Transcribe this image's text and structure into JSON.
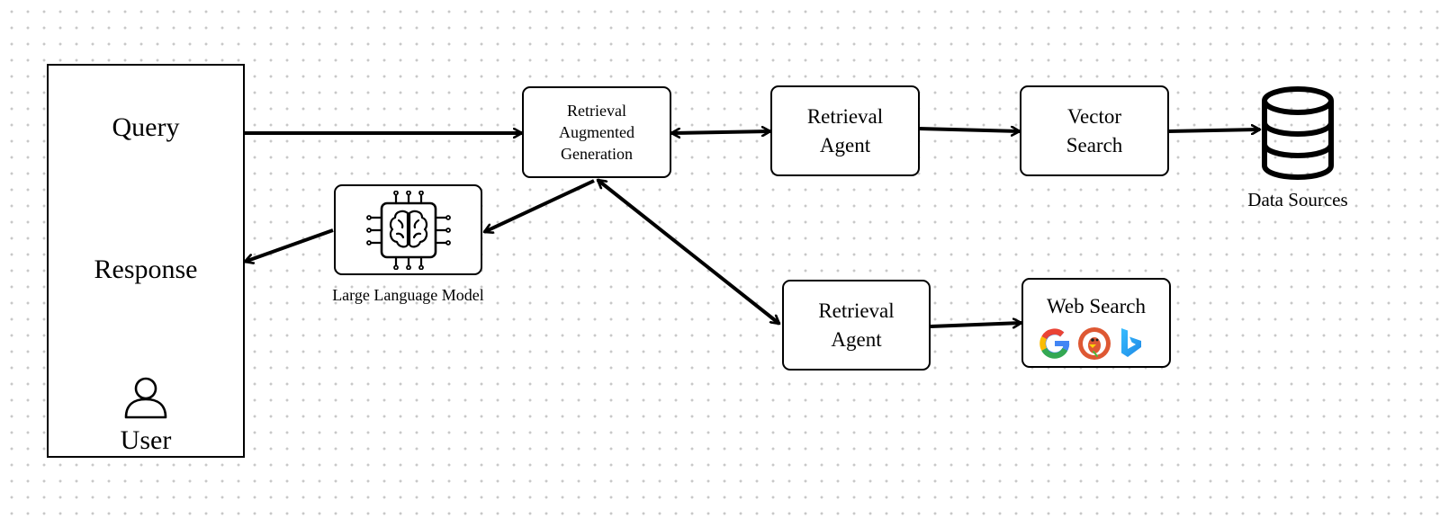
{
  "user_panel": {
    "query_label": "Query",
    "response_label": "Response",
    "user_label": "User",
    "user_icon": "user-icon"
  },
  "nodes": {
    "rag": "Retrieval\nAugmented\nGeneration",
    "agent_top": "Retrieval\nAgent",
    "vector_search": "Vector\nSearch",
    "agent_bottom": "Retrieval\nAgent",
    "web_search": "Web Search"
  },
  "llm": {
    "label": "Large Language Model",
    "icon": "brain-chip-icon"
  },
  "data_sources": {
    "label": "Data Sources",
    "icon": "database-icon"
  },
  "search_engines": [
    {
      "name": "Google",
      "icon": "google-icon"
    },
    {
      "name": "DuckDuckGo",
      "icon": "duckduckgo-icon"
    },
    {
      "name": "Bing",
      "icon": "bing-icon"
    }
  ],
  "colors": {
    "stroke": "#000000",
    "grid_dot": "#c8c8c8",
    "google_blue": "#4285F4",
    "google_red": "#EA4335",
    "google_yellow": "#FBBC05",
    "google_green": "#34A853",
    "duckduckgo_orange": "#DE5833",
    "bing_blue": "#1E88E5"
  }
}
